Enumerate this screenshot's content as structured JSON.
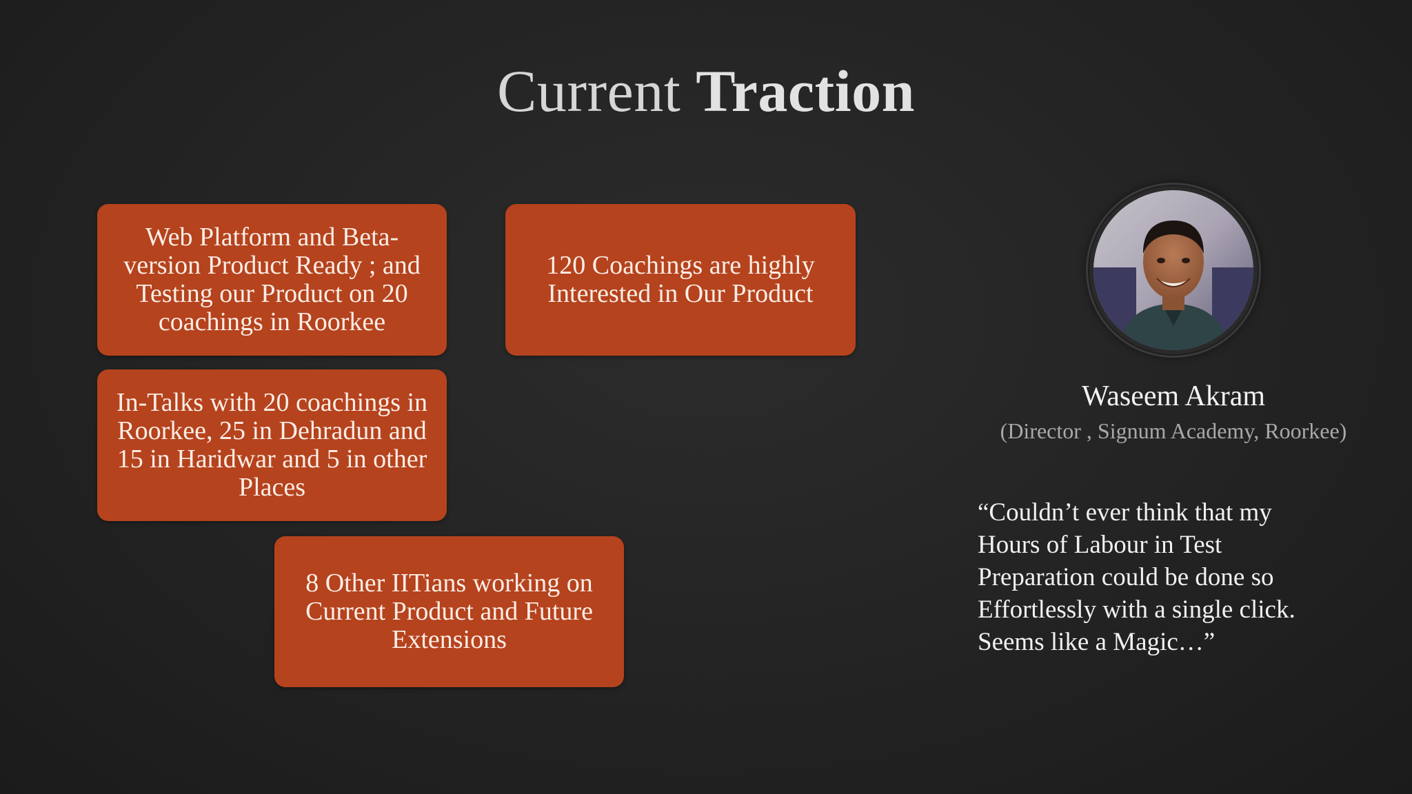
{
  "slide": {
    "title_light": "Current",
    "title_bold": "Traction"
  },
  "cards": [
    {
      "text": "Web Platform and Beta-version Product Ready ; and Testing our Product on 20 coachings in Roorkee"
    },
    {
      "text": "120 Coachings are highly Interested in Our Product"
    },
    {
      "text": "In-Talks with 20 coachings in Roorkee, 25 in Dehradun and 15 in Haridwar and 5 in other Places"
    },
    {
      "text": "8 Other IITians working on Current Product and Future Extensions"
    }
  ],
  "testimonial": {
    "photo_icon": "person-portrait",
    "name": "Waseem Akram",
    "role": "(Director , Signum Academy, Roorkee)",
    "quote": "“Couldn’t ever think that my Hours of Labour in Test Preparation could be done so Effortlessly with a single click. Seems like a Magic…”"
  },
  "colors": {
    "background": "#232323",
    "card": "#b5431e",
    "card_text": "#fbeee6",
    "title": "#d6d6d6",
    "role_text": "#a9a9a9"
  }
}
